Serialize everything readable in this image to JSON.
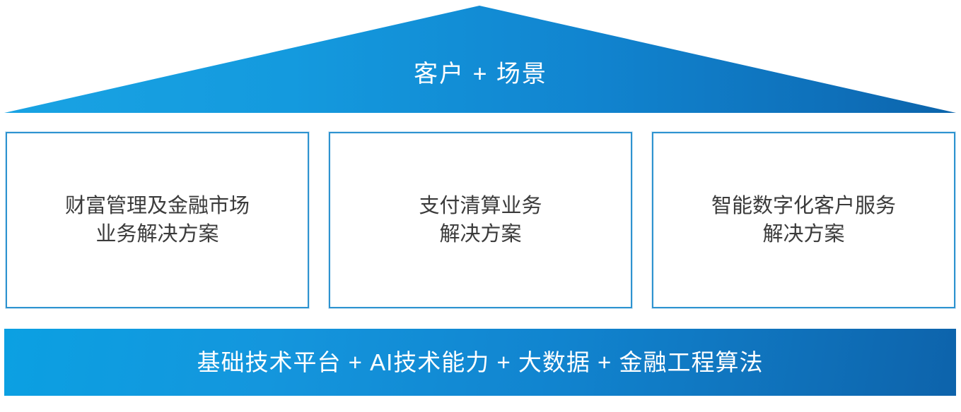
{
  "diagram": {
    "type": "pyramid-house-architecture",
    "roof": {
      "label": "客户 + 场景",
      "fill_left": "#19a3e3",
      "fill_right": "#0c64ab"
    },
    "pillars": [
      {
        "line1": "财富管理及金融市场",
        "line2": "业务解决方案",
        "border_color": "#2d93d0"
      },
      {
        "line1": "支付清算业务",
        "line2": "解决方案",
        "border_color": "#2d93d0"
      },
      {
        "line1": "智能数字化客户服务",
        "line2": "解决方案",
        "border_color": "#2d93d0"
      }
    ],
    "foundation": {
      "label": "基础技术平台 + AI技术能力 + 大数据 + 金融工程算法",
      "fill_left": "#0ba0e2",
      "fill_right": "#0d63ab"
    }
  }
}
